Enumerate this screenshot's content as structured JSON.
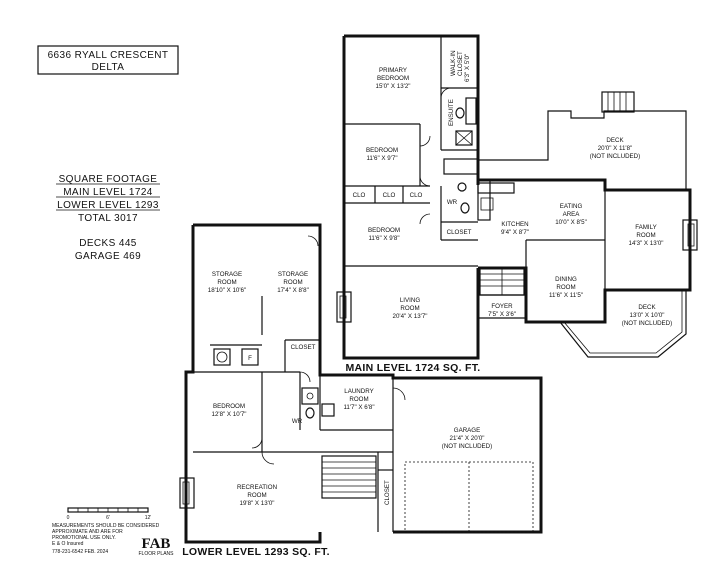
{
  "address": {
    "line1": "6636 RYALL CRESCENT",
    "line2": "DELTA"
  },
  "square_footage": {
    "heading": "SQUARE FOOTAGE",
    "main": "MAIN LEVEL 1724",
    "lower": "LOWER LEVEL 1293",
    "total": "TOTAL 3017",
    "decks": "DECKS 445",
    "garage": "GARAGE 469"
  },
  "levels": {
    "main": "MAIN LEVEL 1724 SQ. FT.",
    "lower": "LOWER LEVEL 1293 SQ. FT."
  },
  "rooms": {
    "primary": {
      "name1": "PRIMARY",
      "name2": "BEDROOM",
      "dims": "15'0\" X 13'2\""
    },
    "walkin": {
      "name1": "WALK-IN",
      "name2": "CLOSET",
      "dims": "6'3\" X 5'0\""
    },
    "ensuite": {
      "name": "ENSUITE"
    },
    "bedroom1": {
      "name": "BEDROOM",
      "dims": "11'6\" X 9'7\""
    },
    "bedroom2": {
      "name": "BEDROOM",
      "dims": "11'6\" X 9'8\""
    },
    "clo": "CLO",
    "wr": "WR",
    "closet": "CLOSET",
    "kitchen": {
      "name": "KITCHEN",
      "dims": "9'4\" X 8'7\""
    },
    "eating": {
      "name1": "EATING",
      "name2": "AREA",
      "dims": "10'0\" X 8'5\""
    },
    "family": {
      "name1": "FAMILY",
      "name2": "ROOM",
      "dims": "14'3\" X 13'0\""
    },
    "deck_top": {
      "name": "DECK",
      "dims": "20'0\" X 11'8\"",
      "note": "(NOT INCLUDED)"
    },
    "dining": {
      "name1": "DINING",
      "name2": "ROOM",
      "dims": "11'6\" X 11'5\""
    },
    "deck_right": {
      "name": "DECK",
      "dims": "13'0\" X 10'0\"",
      "note": "(NOT INCLUDED)"
    },
    "living": {
      "name1": "LIVING",
      "name2": "ROOM",
      "dims": "20'4\" X 13'7\""
    },
    "foyer": {
      "name": "FOYER",
      "dims": "7'5\" X 3'6\""
    },
    "storage1": {
      "name1": "STORAGE",
      "name2": "ROOM",
      "dims": "18'10\" X 10'6\""
    },
    "storage2": {
      "name1": "STORAGE",
      "name2": "ROOM",
      "dims": "17'4\" X 8'8\""
    },
    "laundry": {
      "name1": "LAUNDRY",
      "name2": "ROOM",
      "dims": "11'7\" X 6'8\""
    },
    "bedroom3": {
      "name": "BEDROOM",
      "dims": "12'8\" X 10'7\""
    },
    "garage": {
      "name": "GARAGE",
      "dims": "21'4\" X 20'0\"",
      "note": "(NOT INCLUDED)"
    },
    "recreation": {
      "name1": "RECREATION",
      "name2": "ROOM",
      "dims": "19'8\" X 13'0\""
    },
    "f": "F"
  },
  "scale": {
    "zero": "0",
    "six": "6'",
    "twelve": "12'"
  },
  "disclaimer": {
    "l1": "MEASUREMENTS SHOULD BE CONSIDERED",
    "l2": "APPROXIMATE AND ARE FOR",
    "l3": "PROMOTIONAL USE ONLY.",
    "l4": "E & O Insured",
    "l5": "778-231-6542 FEB. 2024"
  },
  "logo": {
    "mark": "FAB",
    "caption": "FLOOR PLANS"
  }
}
